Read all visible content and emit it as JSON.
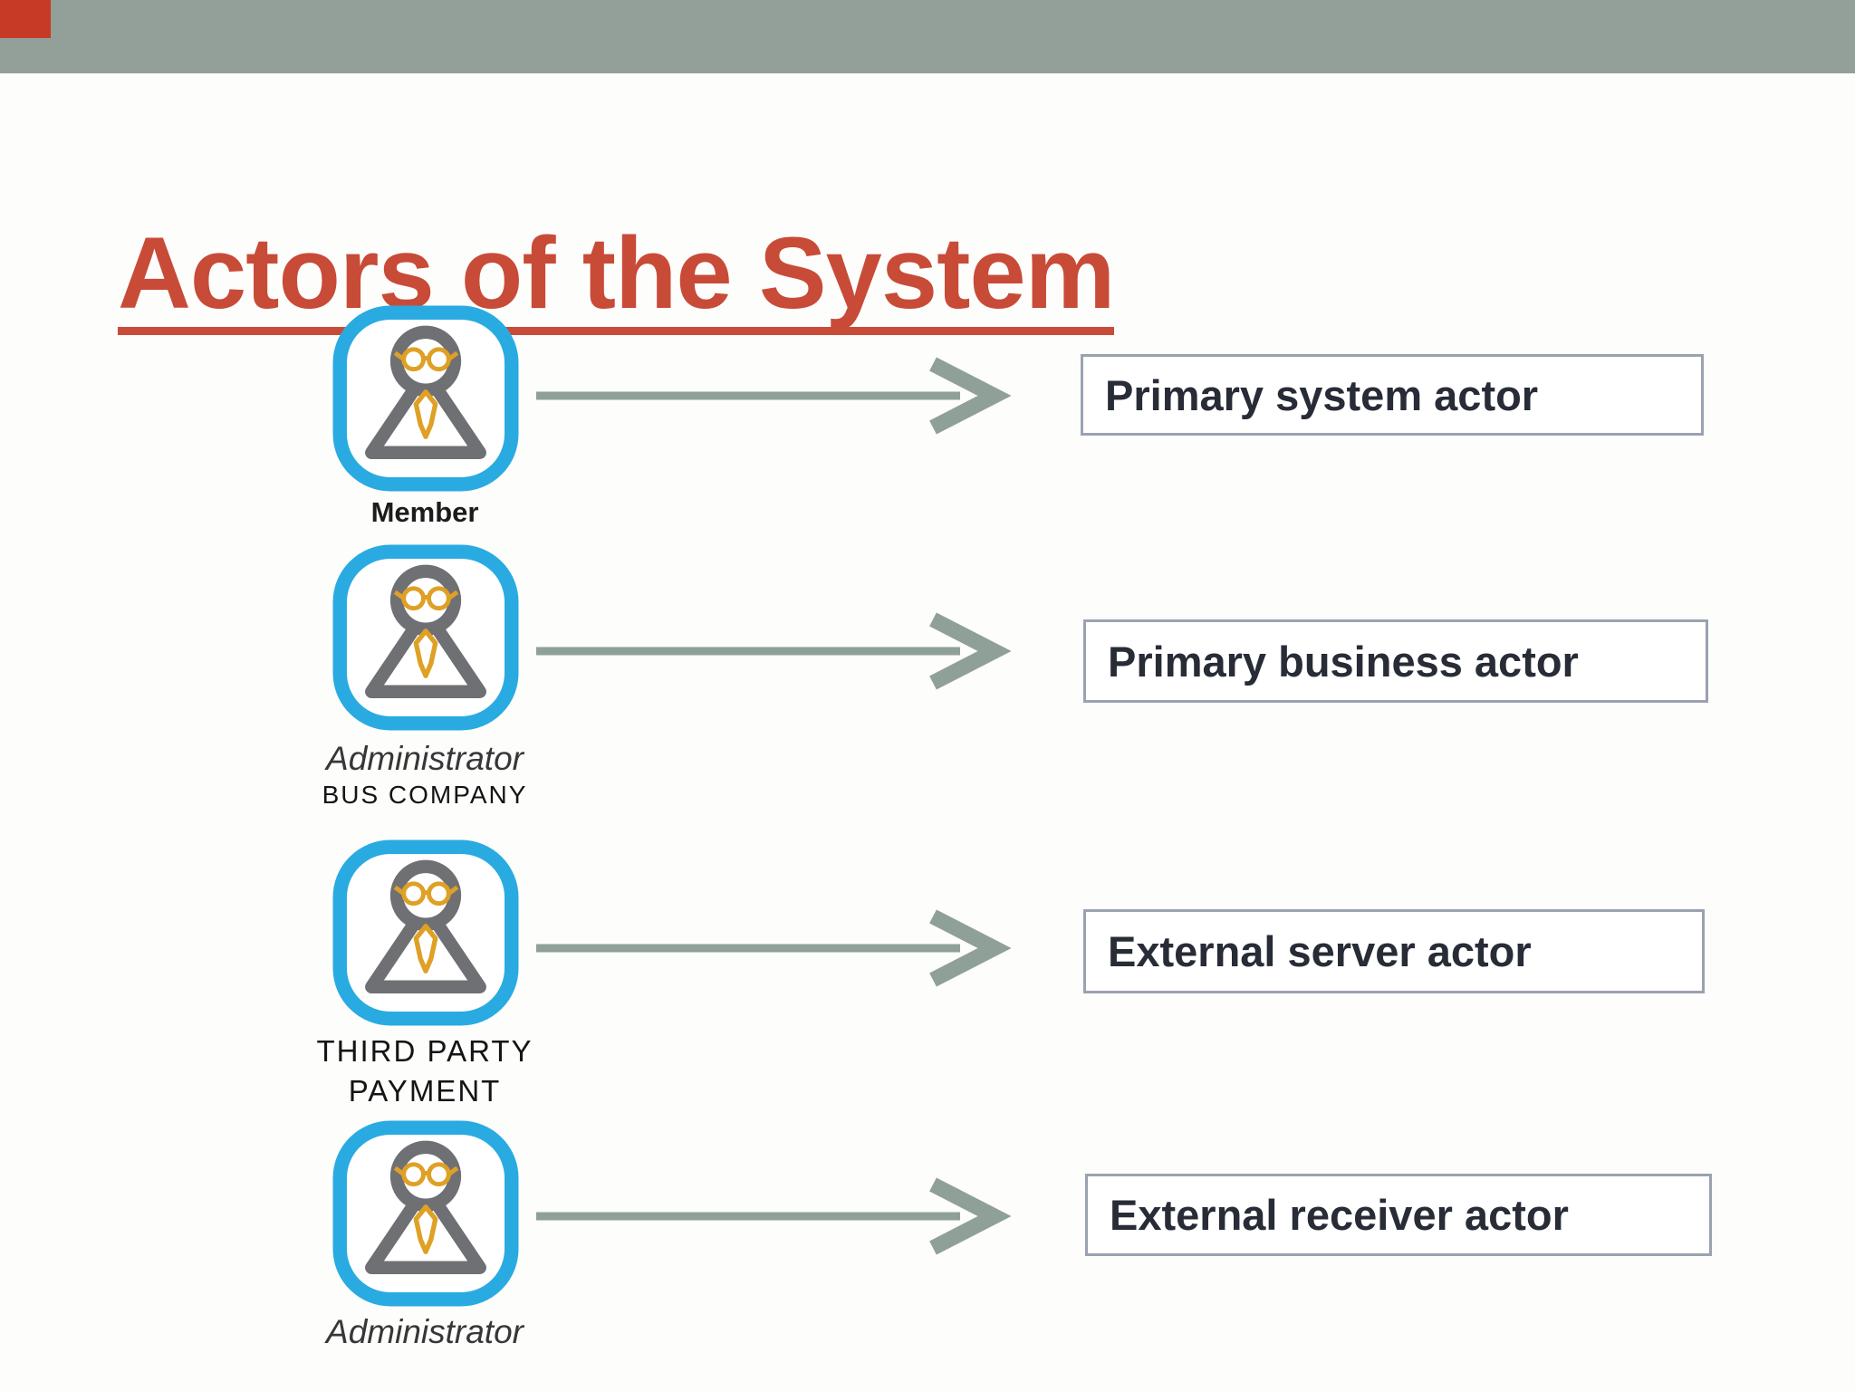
{
  "slide": {
    "title": "Actors of the System"
  },
  "colors": {
    "banner_sage": "#92a099",
    "red_accent": "#c63a26",
    "title_red": "#c84b38",
    "arrow_sage": "#8fa098",
    "icon_border_cyan": "#29abe2",
    "figure_gray": "#6f7074",
    "accessory_gold": "#dfa026",
    "box_border": "#9aa2b0",
    "box_text": "#272c37",
    "background": "#fdfdfc"
  },
  "actors": [
    {
      "label": "Member",
      "sublabel": ""
    },
    {
      "label": "Administrator",
      "sublabel": "BUS COMPANY"
    },
    {
      "label": "THIRD PARTY",
      "sublabel": "PAYMENT"
    },
    {
      "label": "Administrator",
      "sublabel": ""
    }
  ],
  "boxes": [
    {
      "label": "Primary system actor"
    },
    {
      "label": "Primary business actor"
    },
    {
      "label": "External server actor"
    },
    {
      "label": "External receiver actor"
    }
  ]
}
